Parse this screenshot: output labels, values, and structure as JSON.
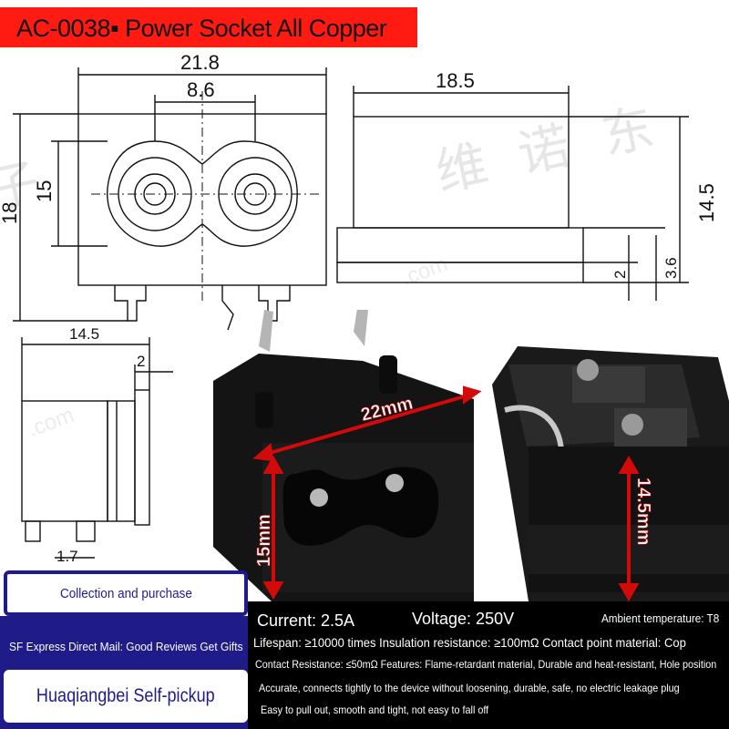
{
  "title": "AC-0038▪ Power Socket All Copper",
  "watermarks": {
    "brand_chars": [
      "维",
      "诺",
      "东",
      "子"
    ],
    "url": ".com"
  },
  "drawing": {
    "front_width": "21.8",
    "pin_spacing": "8.6",
    "front_height": "18",
    "opening_height": "15",
    "side_depth": "18.5",
    "side_height": "14.5",
    "flange_offset": "3.6",
    "flange_thickness": "2",
    "bottom_width": "14.5",
    "bottom_flange": "2",
    "pin_width": "1.7"
  },
  "photo": {
    "width_label": "22mm",
    "height_label": "15mm",
    "depth_label": "14.5mm"
  },
  "buttons": {
    "collect": "Collection and purchase",
    "shipping": "SF Express Direct Mail: Good Reviews Get Gifts",
    "pickup": "Huaqiangbei Self-pickup"
  },
  "specs": {
    "current": "Current: 2.5A",
    "voltage": "Voltage: 250V",
    "ambient": "Ambient temperature: T8",
    "lifespan": "Lifespan: ≥10000 times Insulation resistance: ≥100mΩ Contact point material: Cop",
    "features": "Contact Resistance: ≤50mΩ Features: Flame-retardant material, Durable and heat-resistant, Hole position",
    "accurate": "Accurate, connects tightly to the device without loosening, durable, safe, no electric leakage plug",
    "easy": "Easy to pull out, smooth and tight, not easy to fall off"
  },
  "colors": {
    "title_bg": "#ff1a12",
    "accent_blue": "#1f1c8a",
    "dimension_red": "#d20a0a",
    "spec_bg": "#000000"
  }
}
